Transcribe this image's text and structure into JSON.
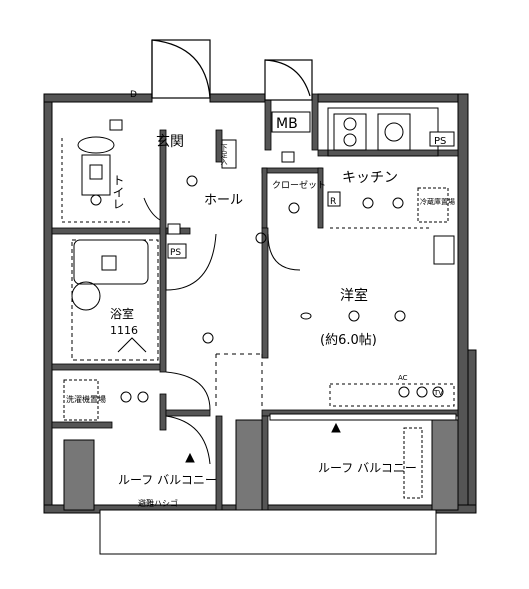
{
  "floorplan": {
    "rooms": {
      "entrance": "玄関",
      "toilet": "トイレ",
      "hall": "ホール",
      "bath": "浴室",
      "bath_size": "1116",
      "closet": "クローゼット",
      "kitchen": "キッチン",
      "western_room": "洋室",
      "western_room_size": "(約6.0帖)",
      "washer": "洗濯機置場",
      "fridge": "冷蔵庫置場",
      "roof_balcony_left": "ルーフ バルコニー",
      "roof_balcony_right": "ルーフ バルコニー",
      "evac_ladder": "避難ハシゴ"
    },
    "tags": {
      "mb": "MB",
      "ps_top": "PS",
      "ps_bath": "PS",
      "shoe_box": "下足入",
      "d_mark": "D",
      "r_mark": "R",
      "ac_mark": "AC",
      "tv_mark": "TV"
    }
  }
}
